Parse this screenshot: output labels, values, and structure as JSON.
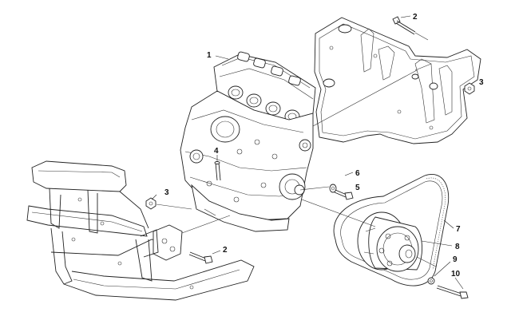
{
  "diagram": {
    "callouts": [
      {
        "id": "c1",
        "label": "1"
      },
      {
        "id": "c2a",
        "label": "2"
      },
      {
        "id": "c3a",
        "label": "3"
      },
      {
        "id": "c4",
        "label": "4"
      },
      {
        "id": "c3b",
        "label": "3"
      },
      {
        "id": "c6",
        "label": "6"
      },
      {
        "id": "c5",
        "label": "5"
      },
      {
        "id": "c2b",
        "label": "2"
      },
      {
        "id": "c7",
        "label": "7"
      },
      {
        "id": "c8",
        "label": "8"
      },
      {
        "id": "c9",
        "label": "9"
      },
      {
        "id": "c10",
        "label": "10"
      }
    ],
    "parts": {
      "engine": "engine-assembly",
      "mount_bracket": "front-engine-mount-bracket",
      "chassis": "chassis-frame",
      "clutch": "drive-clutch",
      "belt": "drive-belt"
    }
  }
}
